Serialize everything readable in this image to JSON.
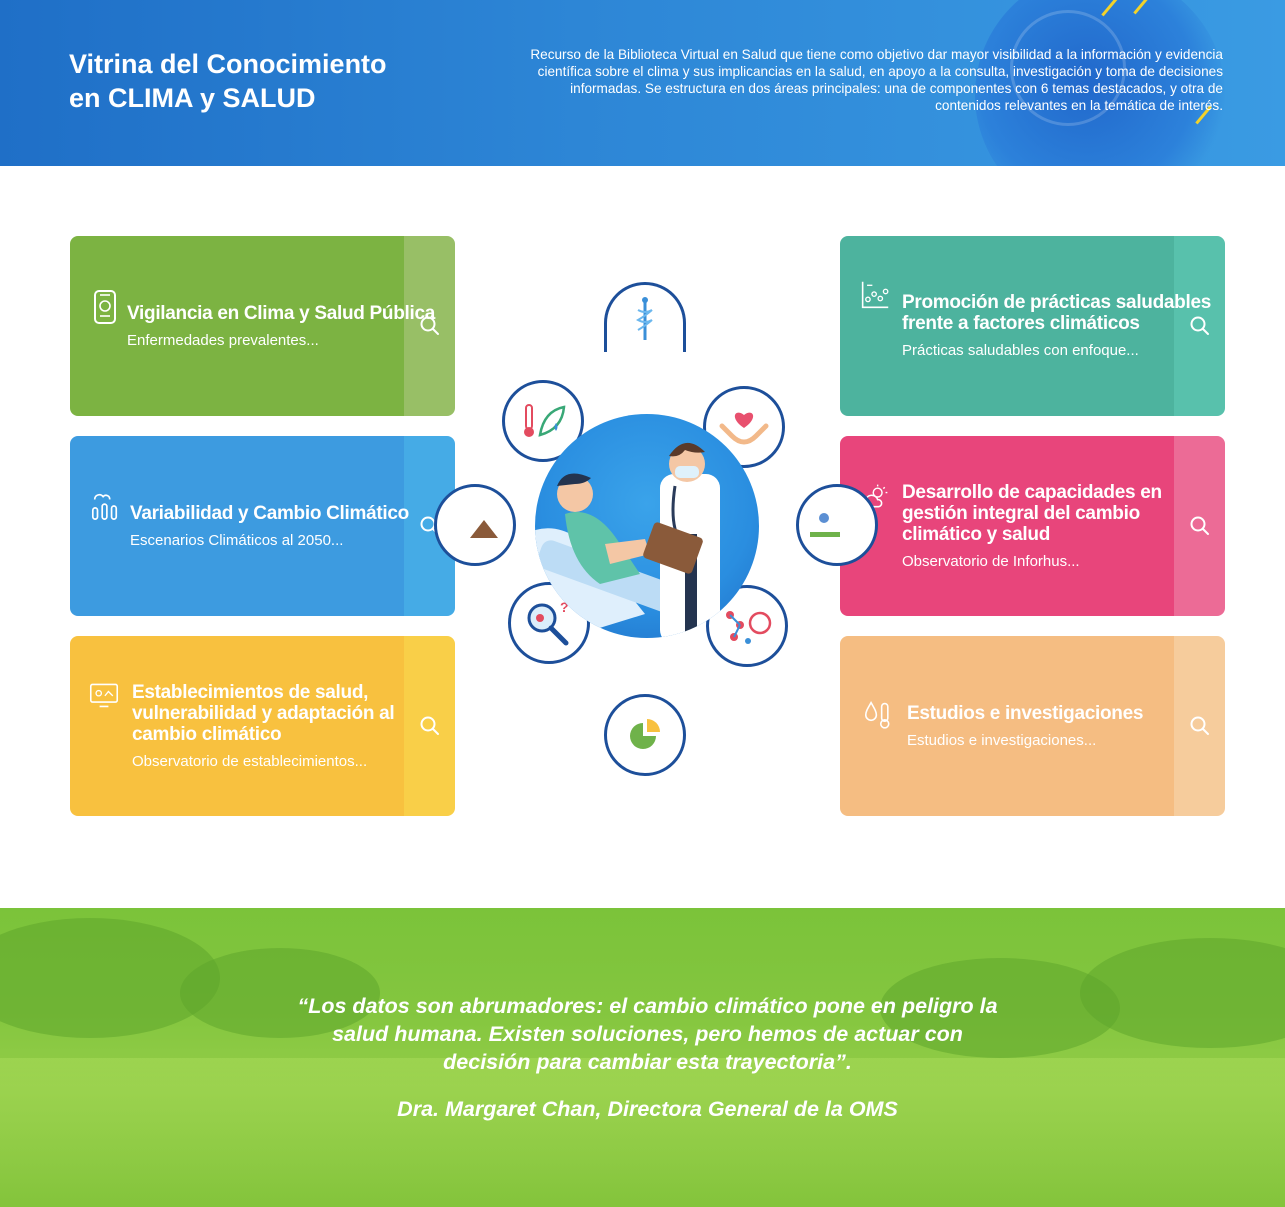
{
  "header": {
    "title_line1": "Vitrina del Conocimiento",
    "title_line2": "en CLIMA y SALUD",
    "description": "Recurso de la Biblioteca Virtual en Salud que tiene como objetivo dar mayor visibilidad a la información y evidencia científica sobre el clima y sus implicancias en la salud, en apoyo a la consulta, investigación y toma de decisiones informadas. Se estructura en dos áreas principales: una de componentes con 6 temas destacados, y otra de contenidos relevantes en la temática de interés."
  },
  "cards": [
    {
      "title": "Vigilancia en Clima y Salud Pública",
      "subtitle": "Enfermedades prevalentes...",
      "icon": "monitoring-phone-icon",
      "color": "#7cb342",
      "side_color": "#98bf66"
    },
    {
      "title": "Variabilidad y Cambio Climático",
      "subtitle": "Escenarios Climáticos al 2050...",
      "icon": "climate-gauges-icon",
      "color": "#3d9be0",
      "side_color": "#45abe6"
    },
    {
      "title": "Establecimientos de salud, vulnerabilidad y adaptación al cambio climático",
      "subtitle": "Observatorio de establecimientos...",
      "icon": "facility-screen-icon",
      "color": "#f8c13f",
      "side_color": "#f9cf48"
    },
    {
      "title": "Promoción de prácticas saludables frente a factores climáticos",
      "subtitle": "Prácticas saludables con enfoque...",
      "icon": "chart-analysis-icon",
      "color": "#4db39e",
      "side_color": "#58c1ac"
    },
    {
      "title": "Desarrollo de capacidades en gestión integral del cambio climático y salud",
      "subtitle": "Observatorio de Inforhus...",
      "icon": "weather-cloud-icon",
      "color": "#e8457b",
      "side_color": "#ec6b96"
    },
    {
      "title": "Estudios e investigaciones",
      "subtitle": "Estudios e investigaciones...",
      "icon": "drops-thermometer-icon",
      "color": "#f5bd82",
      "side_color": "#f6cc9c"
    }
  ],
  "quote": {
    "text": "“Los datos son abrumadores: el cambio climático pone en peligro la salud humana. Existen soluciones, pero hemos de actuar con decisión para cambiar esta trayectoria”.",
    "author": "Dra. Margaret Chan, Directora General de la OMS"
  }
}
